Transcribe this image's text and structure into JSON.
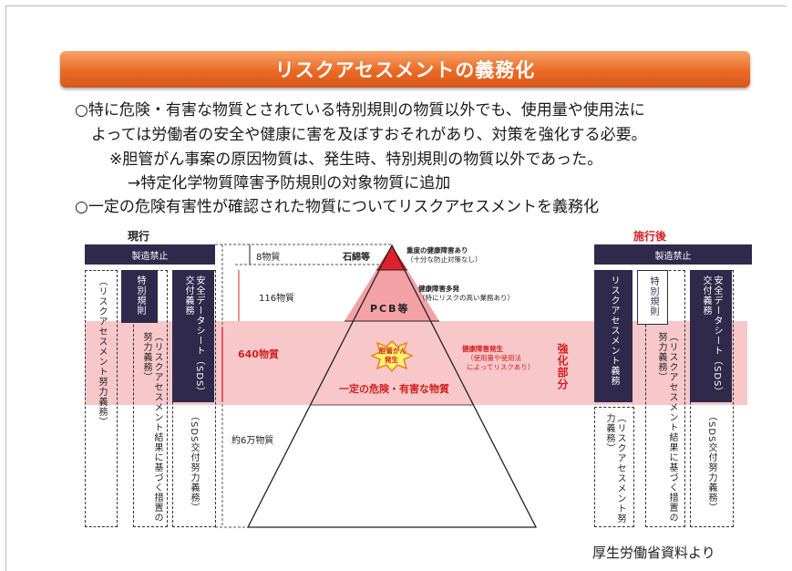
{
  "title": "リスクアセスメントの義務化",
  "bullets": [
    "○特に危険・有害な物質とされている特別規則の物質以外でも、使用量や使用法に",
    "よっては労働者の安全や健康に害を及ぼすおそれがあり、対策を強化する必要。",
    "※胆管がん事案の原因物質は、発生時、特別規則の物質以外であった。",
    "→特定化学物質障害予防規則の対象物質に追加",
    "○一定の危険有害性が確認された物質についてリスクアセスメントを義務化"
  ],
  "left": {
    "header": "現行",
    "ban": "製造禁止",
    "special": "特別規則",
    "sds": "安全データシート（SDS）交付義務",
    "ra_effort": "（リスクアセスメント努力義務）",
    "measure_effort": "（リスクアセスメント結果に基づく措置の努力義務）",
    "sds_effort": "（SDS交付努力義務）"
  },
  "right": {
    "header": "施行後",
    "ban": "製造禁止",
    "ra_duty": "リスクアセスメント義務",
    "special": "特別規則",
    "sds": "安全データシート（SDS）交付義務",
    "ra_effort": "（リスクアセスメント努力義務）",
    "measure_effort": "（リスクアセスメント結果に基づく措置の努力義務）",
    "sds_effort": "（SDS交付努力義務）"
  },
  "counts": {
    "c1": "8物質",
    "c2": "116物質",
    "c3": "640物質",
    "c4": "約6万物質"
  },
  "pyramid": {
    "asbestos": "石綿等",
    "asbestos_note1": "重度の健康障害あり",
    "asbestos_note2": "（十分な防止対策なし）",
    "pcb": "PCB等",
    "pcb_note1": "健康障害多発",
    "pcb_note2": "（特にリスクの高い業務あり）",
    "burst1": "胆管がん",
    "burst2": "発生",
    "middle": "一定の危険・有害な物質",
    "mid_note1": "健康障害発生",
    "mid_note2": "（使用量や使用法",
    "mid_note3": "によってリスクあり）",
    "strengthen": "強化部分"
  },
  "source": "厚生労働省資料より",
  "colors": {
    "dark": "#2f2a4c",
    "band": "#f7c7c9",
    "red": "#d42020",
    "orange": "#ea6a24"
  }
}
